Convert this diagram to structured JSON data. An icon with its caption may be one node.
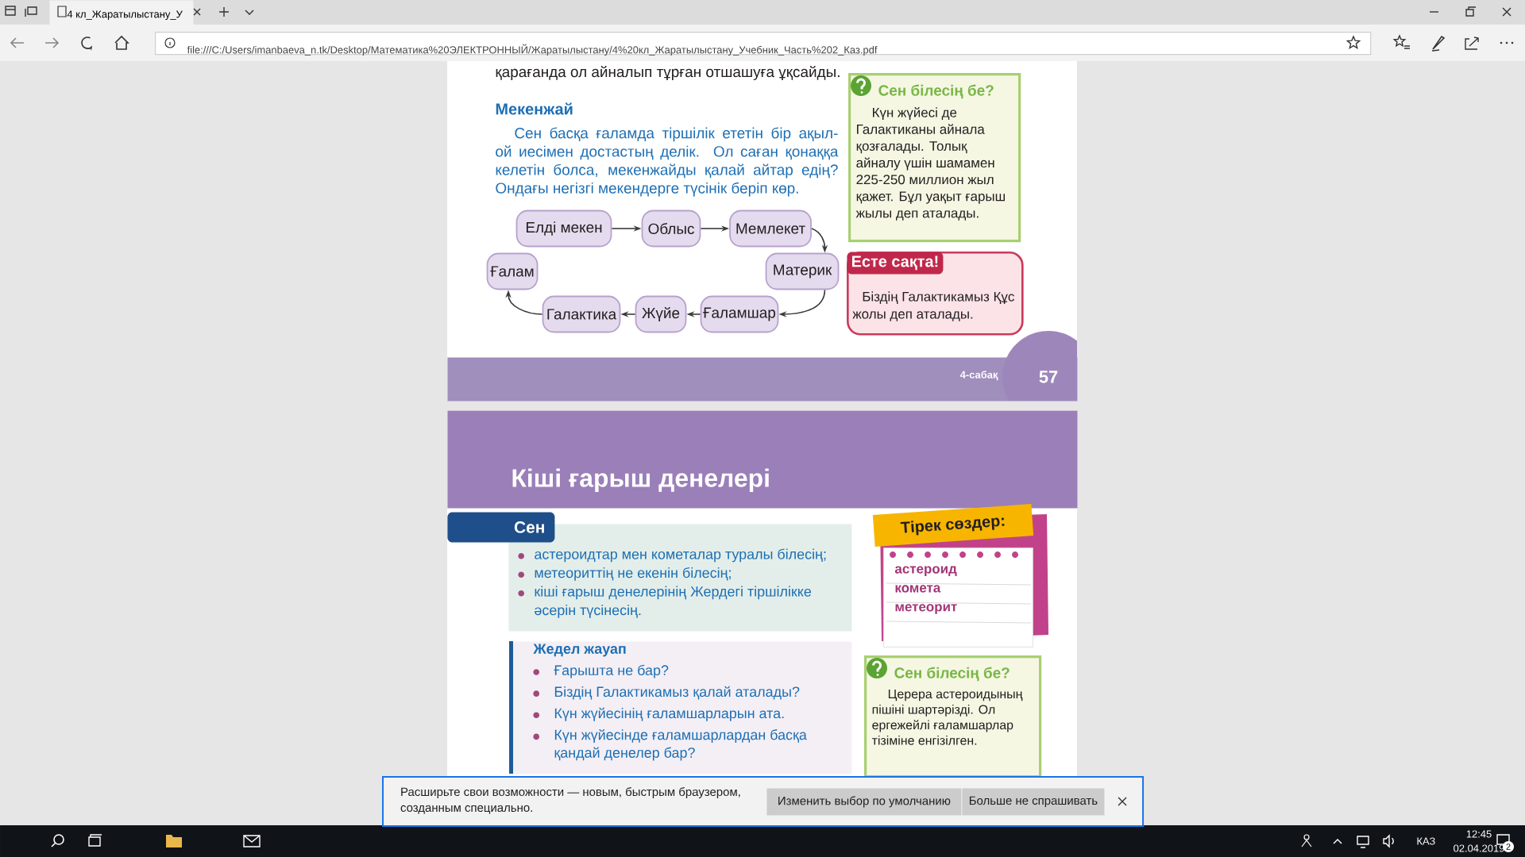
{
  "diagram": {
    "nodes": [
      {
        "text": [
          "4 кл_Жаратылыстану_У"
        ]
      },
      {
        "text": [
          "file:///C:/Users/imanbaeva_n.tk/Desktop/Математика%20ЭЛЕКТРОННЫЙ/Жаратылыстану/4%20кл_Жаратылыстану_Учебник_Часть%202_Каз.pdf"
        ]
      },
      {
        "text": [
          "Елді мекен"
        ]
      },
      {
        "text": [
          "Облыс"
        ]
      },
      {
        "text": [
          "Мемлекет"
        ]
      },
      {
        "text": [
          "Ғалам"
        ]
      },
      {
        "text": [
          "Материк"
        ]
      },
      {
        "text": [
          "Галактика"
        ]
      },
      {
        "text": [
          "Жүйе"
        ]
      },
      {
        "text": [
          "Ғаламшар"
        ]
      },
      {
        "text": [
          "Сен білесің бе?",
          "Күн жүйесі де Галактиканы айнала қозғалады. Толық айналу үшін шамамен 225-250 миллион жыл қажет. Бұл уақыт ғарыш жылы деп аталады."
        ]
      },
      {
        "text": [
          "Біздің Галактикамыз Құс жолы деп аталады."
        ]
      },
      {
        "text": [
          "Есте сақта!"
        ],
        "in": 11
      },
      {
        "text": [
          "4-сабақ"
        ]
      },
      {
        "text": [
          "57"
        ]
      },
      {
        "text": [
          "Кіші ғарыш денелері"
        ]
      },
      {
        "text": [
          "Сен"
        ]
      },
      {
        "text": [
          "астероидтар мен кометалар туралы білесің;",
          "метеориттің не екенін білесің;",
          "кіші ғарыш денелерінің Жердегі тіршілікке әсерін түсінесің."
        ]
      },
      {
        "text": [
          "Тірек сөздер:"
        ]
      },
      {
        "text": [
          "астероид",
          "комета",
          "метеорит"
        ]
      },
      {
        "text": [
          "Жедел жауап",
          "Ғарышта не бар?",
          "Біздің Галактикамыз қалай аталады?",
          "Күн жүйесінің ғаламшарларын ата.",
          "Күн жүйесінде ғаламшарлардан басқа қандай денелер бар?"
        ]
      },
      {
        "text": [
          "Сен білесің бе?",
          "Церера астероидының пішіні шартәрізді. Ол ергежейлі ғаламшарлар тізіміне енгізілген."
        ]
      },
      {
        "text": [
          "Расширьте свои возможности — новым, быстрым браузером, созданным специально."
        ]
      },
      {
        "text": [
          "Изменить выбор по умолчанию"
        ],
        "in": 22
      },
      {
        "text": [
          "Больше не спрашивать"
        ],
        "in": 22
      }
    ],
    "edges": [
      {
        "from": 2,
        "to": 3,
        "arrow": "to"
      },
      {
        "from": 3,
        "to": 4,
        "arrow": "to"
      },
      {
        "from": 4,
        "to": 6,
        "arrow": "to"
      },
      {
        "from": 6,
        "to": 9,
        "arrow": "to"
      },
      {
        "from": 9,
        "to": 8,
        "arrow": "to"
      },
      {
        "from": 8,
        "to": 7,
        "arrow": "to"
      },
      {
        "from": 7,
        "to": 5,
        "arrow": "to"
      }
    ],
    "labels": [
      "қарағанда ол айналып тұрған отшашуға ұқсайды.",
      "Мекенжай",
      "Сен басқа ғаламда тіршілік ететін бір ақыл-ой иесімен достастың делік. Ол саған қонаққа келетін болса, мекенжайды қалай айтар едің? Ондағы негізгі мекендерге түсінік беріп көр.",
      "КАЗ",
      "12:45",
      "02.04.2019",
      "2"
    ]
  }
}
